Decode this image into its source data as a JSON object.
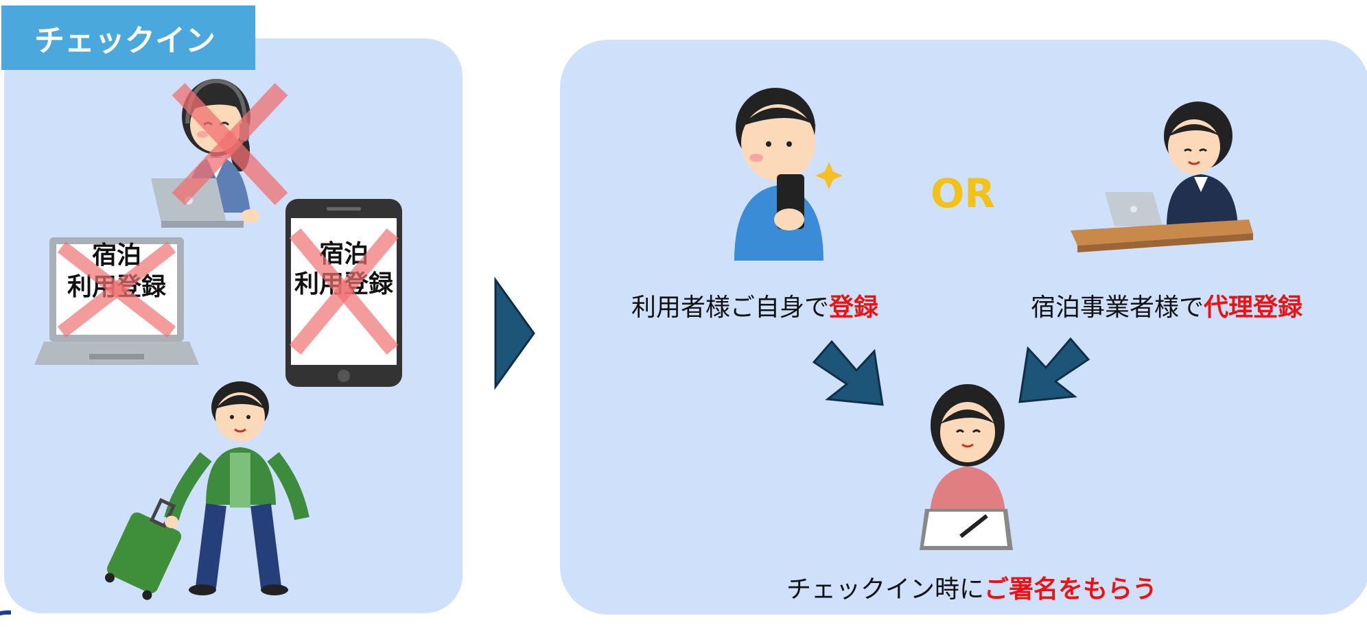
{
  "header": {
    "title": "チェックイン"
  },
  "left": {
    "laptop_text_line1": "宿泊",
    "laptop_text_line2": "利用登録",
    "phone_text_line1": "宿泊",
    "phone_text_line2": "利用登録"
  },
  "right": {
    "or_text": "OR",
    "self_label_prefix": "利用者様ご自身で",
    "self_label_emphasis": "登録",
    "proxy_label_prefix": "宿泊事業者様で",
    "proxy_label_emphasis": "代理登録",
    "bottom_label_prefix": "チェックイン時に",
    "bottom_label_emphasis": "ご署名をもらう"
  },
  "colors": {
    "panel_bg": "#cfe0fb",
    "title_tab_bg": "#4aa8dd",
    "arrow": "#1c5577",
    "or_text": "#f2c21a",
    "emphasis": "#ee1111",
    "cross": "#f07070"
  }
}
